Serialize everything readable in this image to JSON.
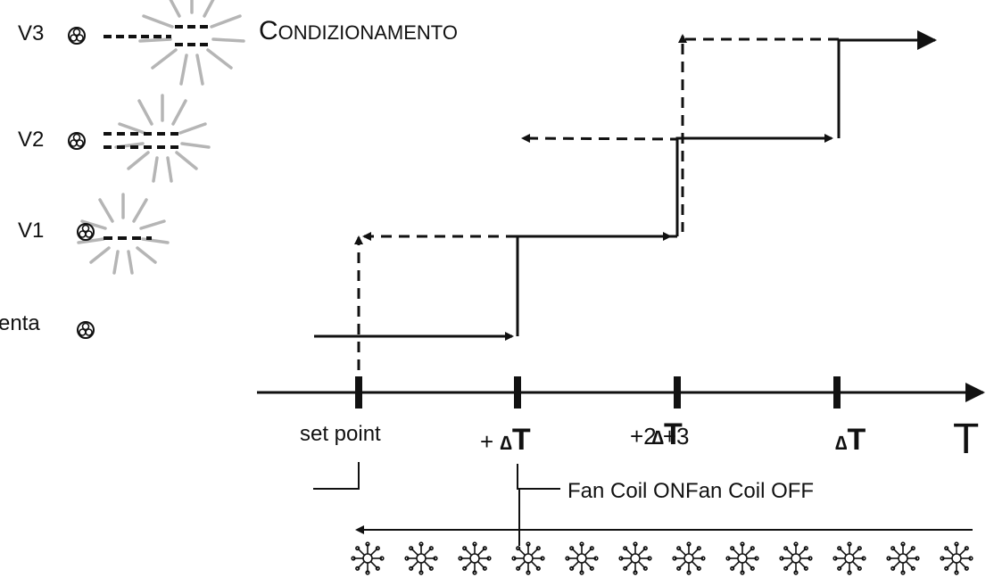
{
  "levels": [
    {
      "id": "v3",
      "label": "V3",
      "bars": 3
    },
    {
      "id": "v2",
      "label": "V2",
      "bars": 2
    },
    {
      "id": "v1",
      "label": "V1",
      "bars": 1
    },
    {
      "id": "lenta",
      "label": "enta",
      "bars": 0
    }
  ],
  "mode": {
    "initial": "C",
    "rest": "ONDIZIONAMENTO"
  },
  "axis": {
    "variable": "T",
    "ticks": [
      {
        "id": "setpoint",
        "parts": [
          {
            "text": "set point",
            "size": "normal"
          }
        ]
      },
      {
        "id": "plus1",
        "parts": [
          {
            "text": "+ ",
            "size": "normal"
          },
          {
            "text": "∆",
            "size": "small"
          },
          {
            "text": "T",
            "size": "big"
          }
        ]
      },
      {
        "id": "plus2",
        "parts": [
          {
            "text": "+2 +3",
            "size": "normal"
          },
          {
            "text": "∆",
            "size": "small"
          },
          {
            "text": "T",
            "size": "big"
          }
        ]
      },
      {
        "id": "plus3",
        "parts": [
          {
            "text": "∆",
            "size": "small"
          },
          {
            "text": "T",
            "size": "big"
          }
        ]
      }
    ]
  },
  "annotation": {
    "on": "Fan Coil ON",
    "off": "Fan Coil OFF"
  },
  "snowflake_count": 12,
  "colors": {
    "ink": "#111111",
    "rays": "#b5b5b5"
  }
}
